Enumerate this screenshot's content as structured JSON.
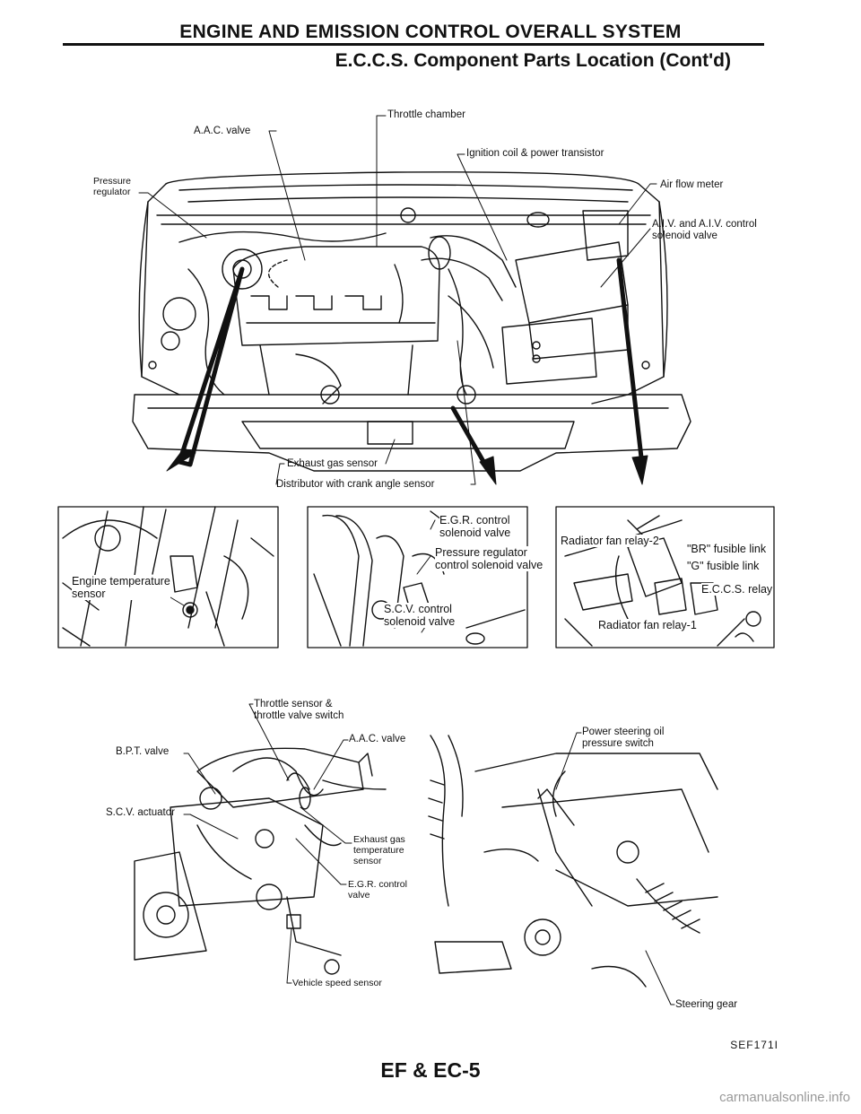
{
  "header": {
    "title": "ENGINE AND EMISSION CONTROL OVERALL SYSTEM",
    "subtitle": "E.C.C.S. Component Parts Location (Cont'd)"
  },
  "main_figure": {
    "labels": {
      "throttle_chamber": "Throttle chamber",
      "aac_valve": "A.A.C. valve",
      "ignition_coil": "Ignition coil & power transistor",
      "pressure_regulator": "Pressure\nregulator",
      "air_flow_meter": "Air flow meter",
      "aiv": "A.I.V. and A.I.V. control\nsolenoid valve",
      "exhaust_gas_sensor": "Exhaust gas sensor",
      "distributor": "Distributor with crank angle sensor"
    }
  },
  "inset_left": {
    "labels": {
      "engine_temp": "Engine temperature\nsensor"
    }
  },
  "inset_middle": {
    "labels": {
      "egr_solenoid": "E.G.R. control\nsolenoid valve",
      "pressure_reg_solenoid": "Pressure regulator\ncontrol solenoid valve",
      "scv_solenoid": "S.C.V. control\nsolenoid valve"
    }
  },
  "inset_right": {
    "labels": {
      "radiator_fan_relay_2": "Radiator fan relay-2",
      "br_fusible": "\"BR\" fusible link",
      "g_fusible": "\"G\" fusible link",
      "eccs_relay": "E.C.C.S. relay",
      "radiator_fan_relay_1": "Radiator fan relay-1"
    }
  },
  "bottom_left": {
    "labels": {
      "throttle_sensor": "Throttle sensor &\nthrottle valve switch",
      "aac_valve": "A.A.C. valve",
      "bpt_valve": "B.P.T. valve",
      "scv_actuator": "S.C.V. actuator",
      "exhaust_temp": "Exhaust gas\ntemperature\nsensor",
      "egr_valve": "E.G.R. control\nvalve",
      "vehicle_speed": "Vehicle speed sensor"
    }
  },
  "bottom_right": {
    "labels": {
      "ps_switch": "Power steering oil\npressure switch",
      "steering_gear": "Steering gear"
    }
  },
  "footer": {
    "figure_code": "SEF171I",
    "page": "EF & EC-5",
    "watermark": "carmanualsonline.info"
  }
}
